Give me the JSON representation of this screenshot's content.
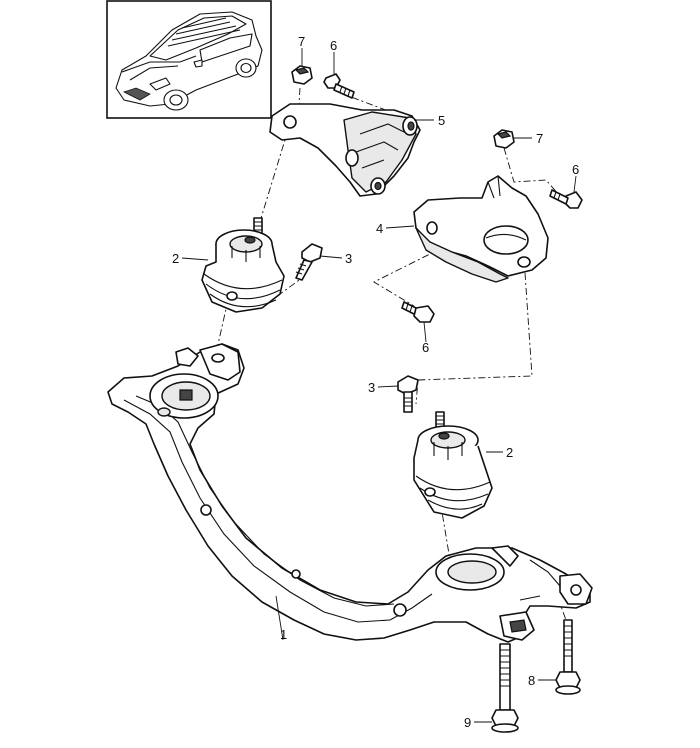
{
  "callouts": [
    {
      "id": "c1",
      "label": "1"
    },
    {
      "id": "c2a",
      "label": "2"
    },
    {
      "id": "c2b",
      "label": "2"
    },
    {
      "id": "c3a",
      "label": "3"
    },
    {
      "id": "c3b",
      "label": "3"
    },
    {
      "id": "c4",
      "label": "4"
    },
    {
      "id": "c5",
      "label": "5"
    },
    {
      "id": "c6a",
      "label": "6"
    },
    {
      "id": "c6b",
      "label": "6"
    },
    {
      "id": "c6c",
      "label": "6"
    },
    {
      "id": "c7a",
      "label": "7"
    },
    {
      "id": "c7b",
      "label": "7"
    },
    {
      "id": "c8",
      "label": "8"
    },
    {
      "id": "c9",
      "label": "9"
    }
  ]
}
